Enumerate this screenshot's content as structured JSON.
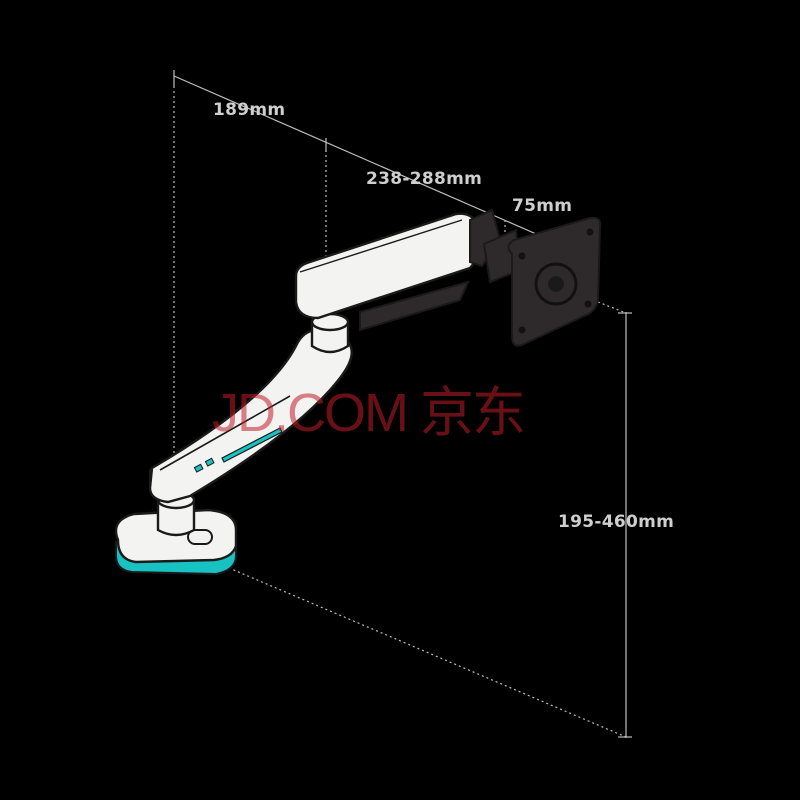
{
  "dimensions": {
    "arm_upper_segment": "189mm",
    "arm_extension": "238-288mm",
    "vesa_offset": "75mm",
    "height_range": "195-460mm"
  },
  "watermark": "JD.COM 京东",
  "colors": {
    "background": "#000000",
    "arm_body": "#f3f3f1",
    "arm_outline": "#1a1a1a",
    "accent_teal": "#19c2c2",
    "dark_parts": "#2e2a2c",
    "dimension_lines": "#bdbdbd",
    "watermark": "#be1e28"
  }
}
